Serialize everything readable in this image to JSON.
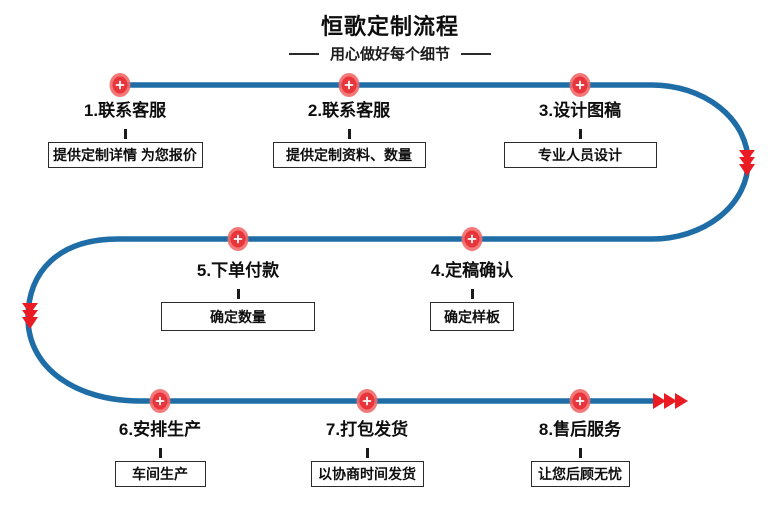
{
  "header": {
    "title": "恒歌定制流程",
    "subtitle": "用心做好每个细节"
  },
  "steps": [
    {
      "label": "1.联系客服",
      "detail": "提供定制详情 为您报价"
    },
    {
      "label": "2.联系客服",
      "detail": "提供定制资料、数量"
    },
    {
      "label": "3.设计图稿",
      "detail": "专业人员设计"
    },
    {
      "label": "4.定稿确认",
      "detail": "确定样板"
    },
    {
      "label": "5.下单付款",
      "detail": "确定数量"
    },
    {
      "label": "6.安排生产",
      "detail": "车间生产"
    },
    {
      "label": "7.打包发货",
      "detail": "以协商时间发货"
    },
    {
      "label": "8.售后服务",
      "detail": "让您后顾无忧"
    }
  ],
  "icons": {
    "node": "plus-icon",
    "curve_arrows": "triple-chevron-down-icon",
    "end_arrow": "triple-chevron-right-icon"
  },
  "colors": {
    "path_blue": "#1e6da6",
    "node_core_red": "#e8343a",
    "node_ring_red": "#f26a6a",
    "arrow_red": "#ea1b23",
    "text_black": "#0e0e0e"
  }
}
